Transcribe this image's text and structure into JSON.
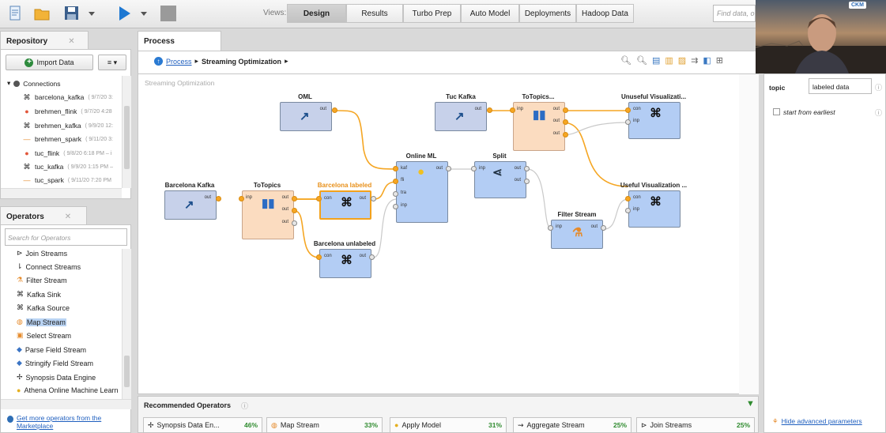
{
  "toolbar": {
    "views_label": "Views:",
    "find_placeholder": "Find data, o",
    "views": [
      "Design",
      "Results",
      "Turbo Prep",
      "Auto Model",
      "Deployments",
      "Hadoop Data"
    ],
    "active_view": "Design"
  },
  "repository": {
    "title": "Repository",
    "import_label": "Import Data",
    "menu_label": "≡ ▾",
    "connections_label": "Connections",
    "items": [
      {
        "name": "barcelona_kafka",
        "date": "( 9/7/20 3:"
      },
      {
        "name": "brehmen_flink",
        "date": "( 9/7/20 4:28"
      },
      {
        "name": "brehmen_kafka",
        "date": "( 9/9/20 12:"
      },
      {
        "name": "brehmen_spark",
        "date": "( 9/11/20 3:"
      },
      {
        "name": "tuc_flink",
        "date": "( 9/8/20 6:18 PM – i"
      },
      {
        "name": "tuc_kafka",
        "date": "( 9/9/20 1:15 PM –"
      },
      {
        "name": "tuc_spark",
        "date": "( 9/11/20 7:20 PM"
      }
    ]
  },
  "operators": {
    "title": "Operators",
    "search_placeholder": "Search for Operators",
    "items": [
      "Join Streams",
      "Connect Streams",
      "Filter Stream",
      "Kafka Sink",
      "Kafka Source",
      "Map Stream",
      "Select Stream",
      "Parse Field Stream",
      "Stringify Field Stream",
      "Synopsis Data Engine",
      "Athena Online Machine Learn"
    ],
    "selected": "Map Stream",
    "marketplace_link": "Get more operators from the Marketplace"
  },
  "process": {
    "tab": "Process",
    "breadcrumb_root": "Process",
    "breadcrumb_current": "Streaming Optimization",
    "canvas_title": "Streaming Optimization",
    "nodes": {
      "oml": "OML",
      "tuc_kafka": "Tuc Kafka",
      "totopics_top": "ToTopics...",
      "unuseful": "Unuseful Visualizati...",
      "online_ml": "Online ML",
      "split": "Split",
      "barcelona_kafka": "Barcelona Kafka",
      "totopics": "ToTopics",
      "barcelona_labeled": "Barcelona labeled",
      "useful": "Useful Visualization ...",
      "filter_stream": "Filter Stream",
      "barcelona_unlabeled": "Barcelona unlabeled"
    },
    "ports": {
      "out": "out",
      "inp": "inp",
      "con": "con",
      "kaf": "kaf",
      "fli": "fli",
      "tra": "tra"
    }
  },
  "recommended": {
    "title": "Recommended Operators",
    "items": [
      {
        "label": "Synopsis Data En...",
        "pct": "46%"
      },
      {
        "label": "Map Stream",
        "pct": "33%"
      },
      {
        "label": "Apply Model",
        "pct": "31%"
      },
      {
        "label": "Aggregate Stream",
        "pct": "25%"
      },
      {
        "label": "Join Streams",
        "pct": "25%"
      }
    ]
  },
  "parameters": {
    "topic_label": "topic",
    "topic_value": "labeled data",
    "earliest_label": "start from earliest",
    "hide_link": "Hide advanced parameters"
  },
  "webcam": {
    "logo_text": "CKM"
  }
}
